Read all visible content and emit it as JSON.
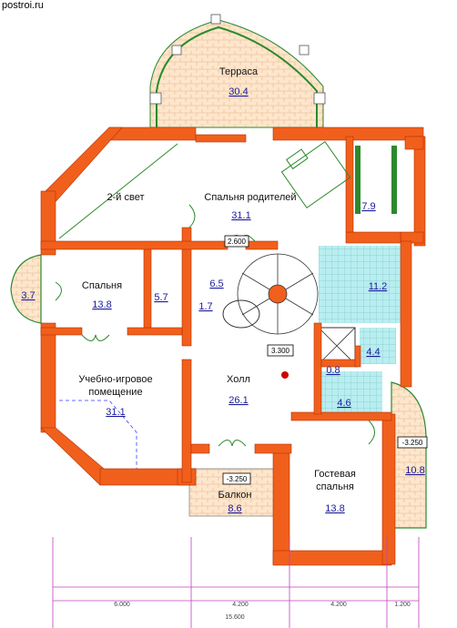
{
  "site": "postroi.ru",
  "rooms": {
    "terrace": {
      "name": "Терраса",
      "area": "30.4"
    },
    "second_light": {
      "name": "2-й свет"
    },
    "master_bedroom": {
      "name": "Спальня родителей",
      "area": "31.1"
    },
    "closet_master": {
      "area": "7.9"
    },
    "bedroom": {
      "name": "Спальня",
      "area": "13.8"
    },
    "bay_small": {
      "area": "3.7"
    },
    "storage": {
      "area": "5.7"
    },
    "stair_area": {
      "area": "6.5"
    },
    "corridor": {
      "area": "1.7"
    },
    "bathroom_master": {
      "area": "11.2"
    },
    "wc_small": {
      "area": "4.4"
    },
    "shaft": {
      "area": "0.8"
    },
    "bath_small": {
      "area": "4.6"
    },
    "playroom": {
      "name": "Учебно-игровое помещение",
      "line1": "Учебно-игровое",
      "line2": "помещение",
      "area": "31.1"
    },
    "hall": {
      "name": "Холл",
      "area": "26.1"
    },
    "balcony": {
      "name": "Балкон",
      "area": "8.6"
    },
    "guest_bedroom": {
      "name": "Гостевая спальня",
      "line1": "Гостевая",
      "line2": "спальня",
      "area": "13.8"
    },
    "bay_right": {
      "area": "10.8"
    }
  },
  "levels": {
    "stair": "2.600",
    "hall": "3.300",
    "balcony": "-3.250",
    "bay_right": "-3.250"
  },
  "dimensions": {
    "segments": [
      "6.000",
      "4.200",
      "4.200",
      "1.200"
    ],
    "total": "15.600"
  },
  "colors": {
    "wall": "#f0601c",
    "wall_outline": "#b83000",
    "brick": "#fde6cc",
    "tile": "#b8eef0",
    "green": "#2b8a2b",
    "blue_text": "#1a1a9a",
    "dim_line": "#c040c0"
  }
}
